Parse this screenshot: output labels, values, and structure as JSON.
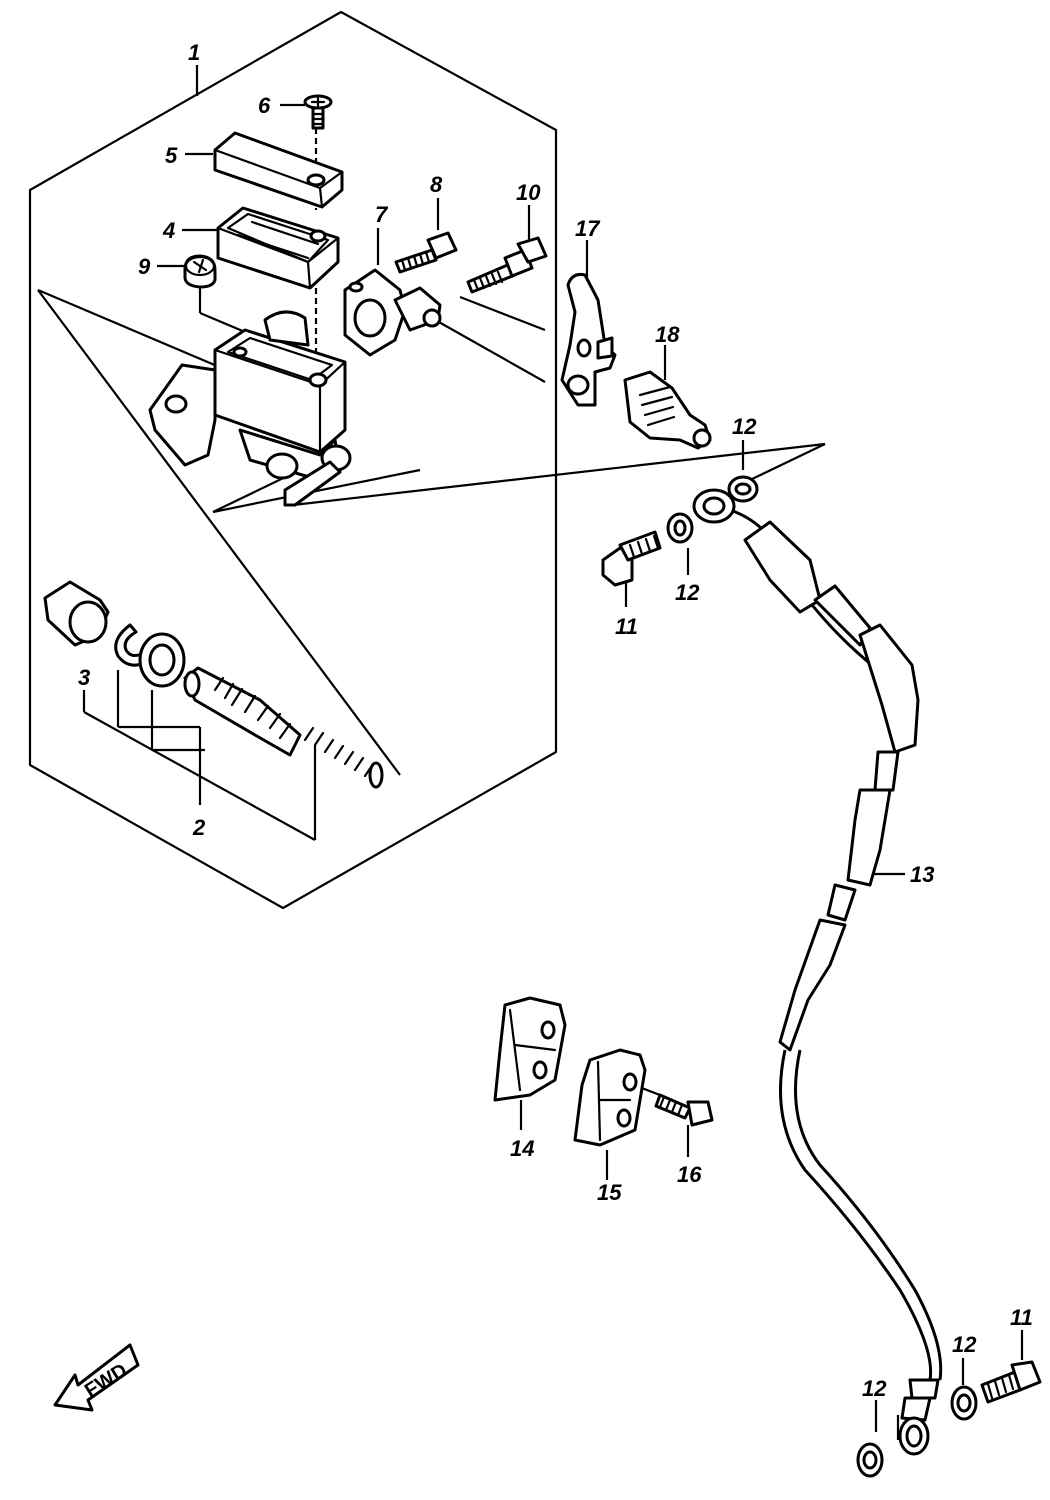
{
  "callouts": {
    "c1": "1",
    "c2": "2",
    "c3": "3",
    "c4": "4",
    "c5": "5",
    "c6": "6",
    "c7": "7",
    "c8": "8",
    "c9": "9",
    "c10": "10",
    "c11a": "11",
    "c11b": "11",
    "c12a": "12",
    "c12b": "12",
    "c12c": "12",
    "c12d": "12",
    "c13": "13",
    "c14": "14",
    "c15": "15",
    "c16": "16",
    "c17": "17",
    "c18": "18"
  },
  "fwd_label": "FWD"
}
